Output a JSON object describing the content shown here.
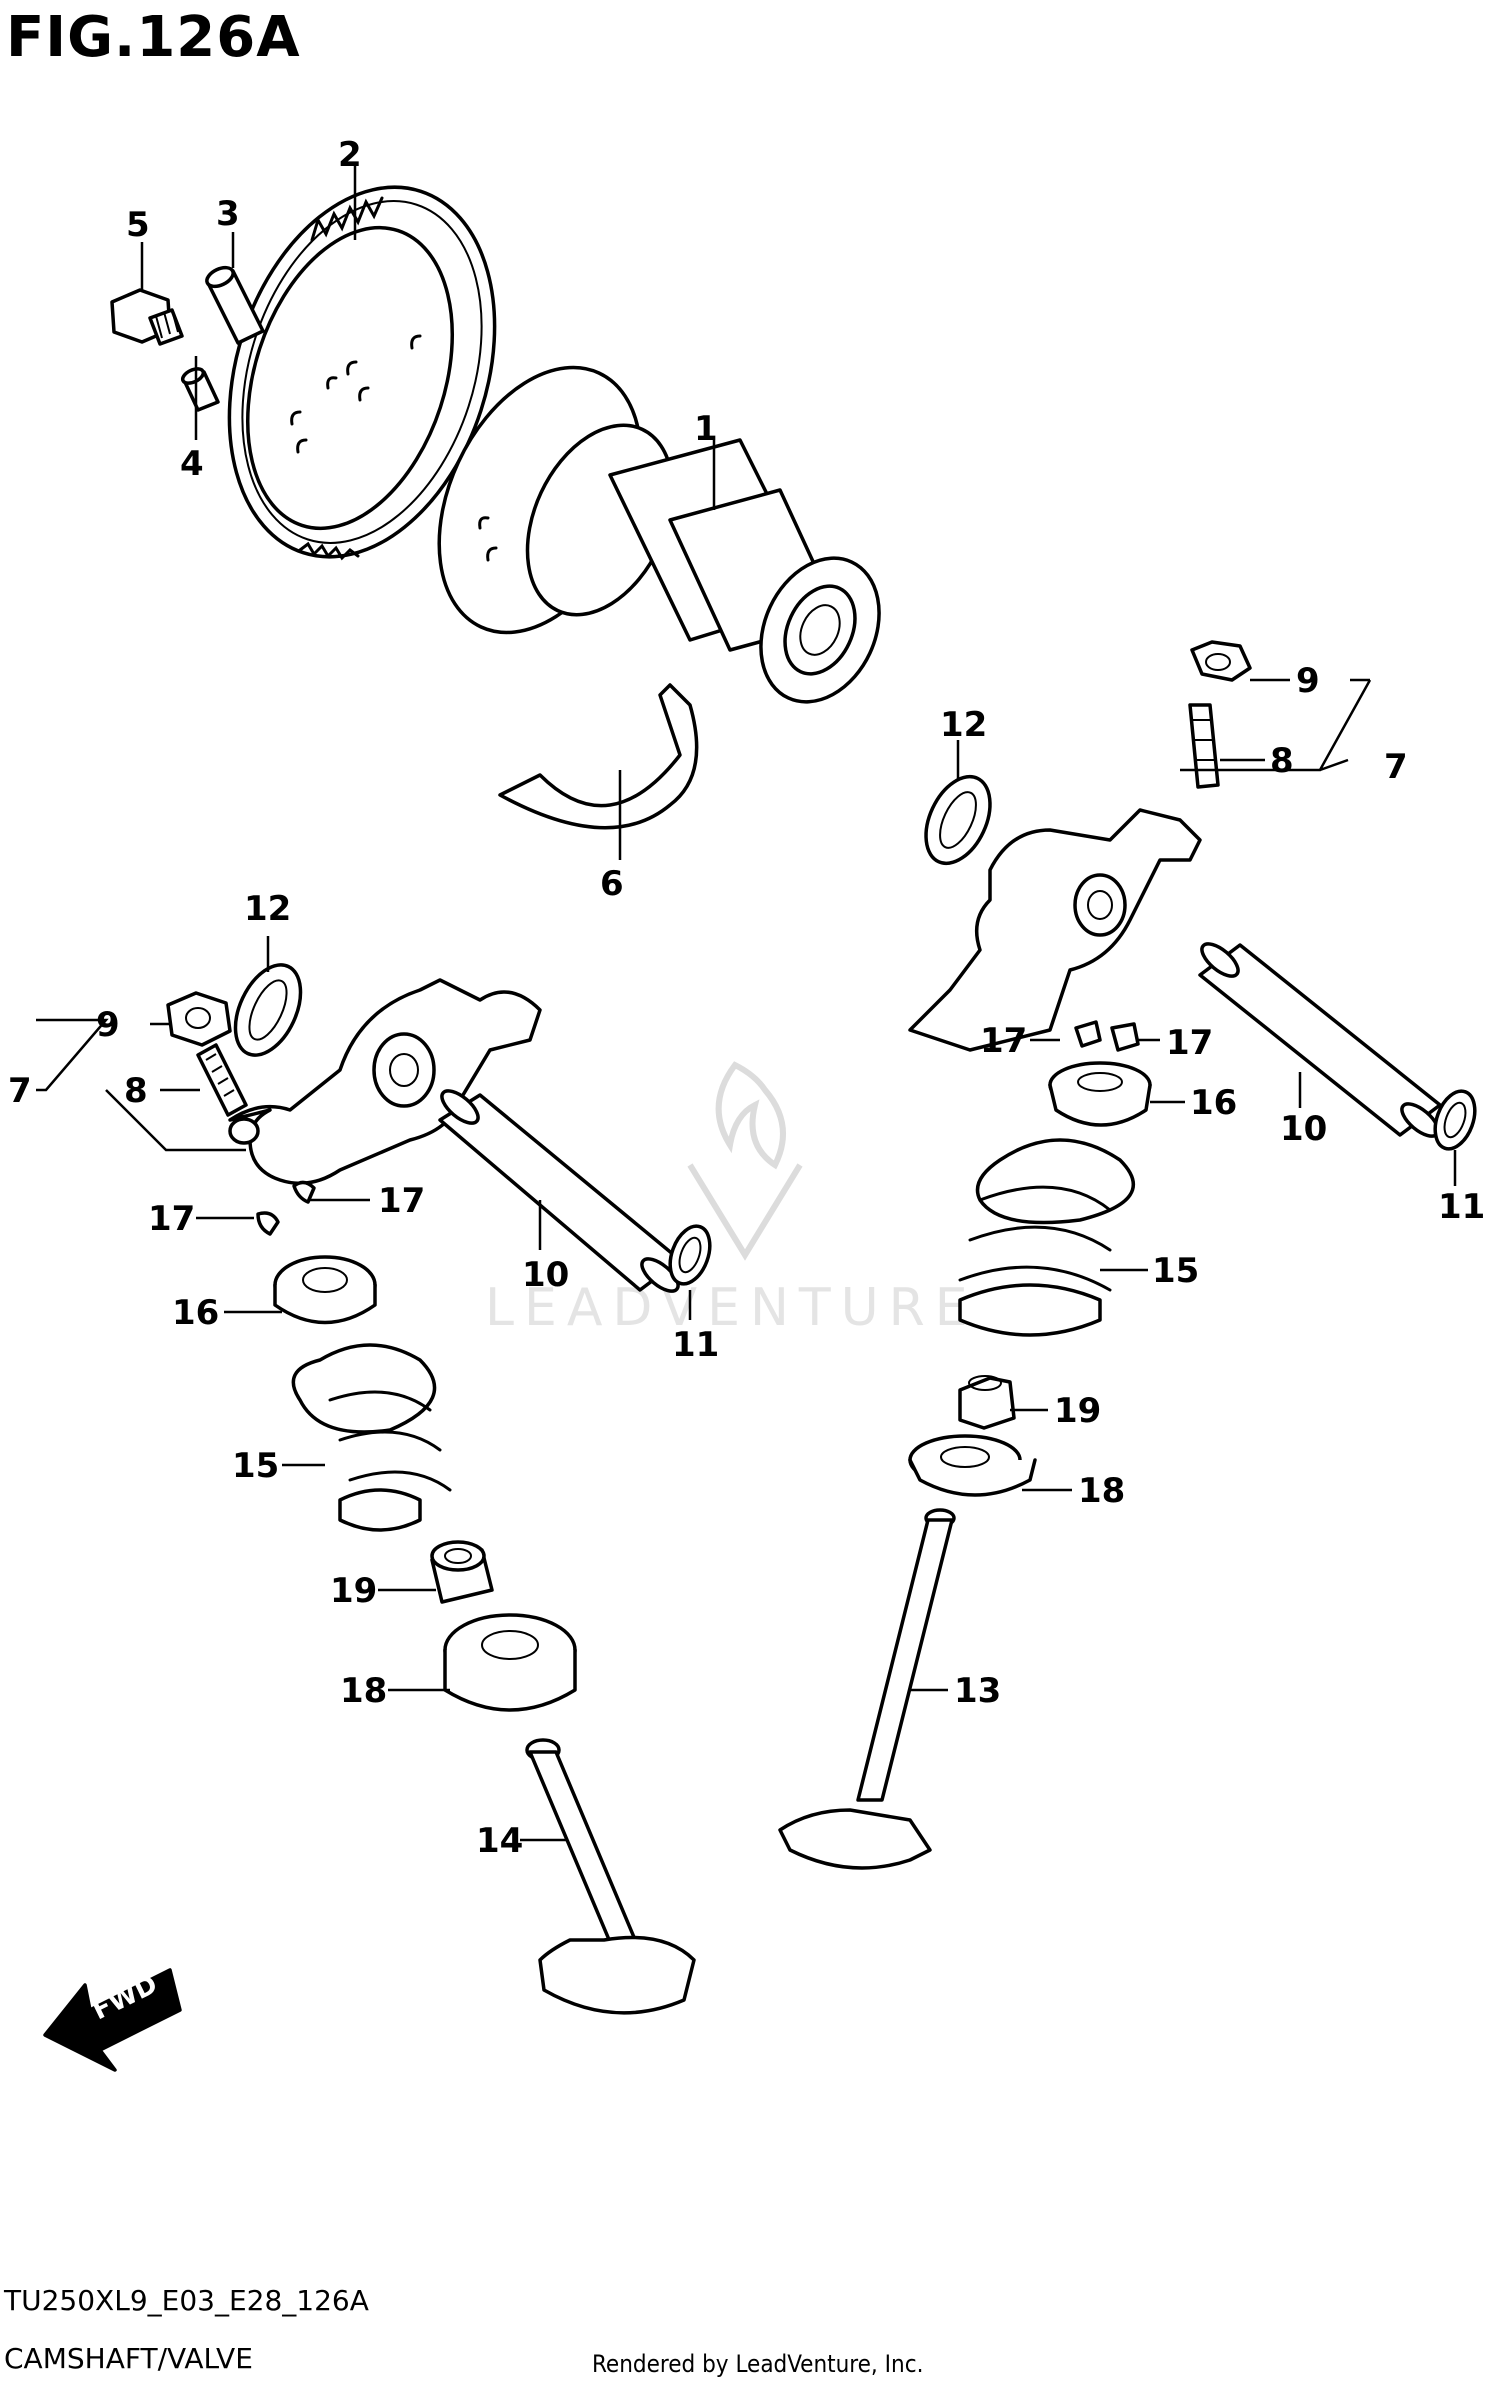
{
  "figure_title": "FIG.126A",
  "diagram_code": "TU250XL9_E03_E28_126A",
  "diagram_name": "CAMSHAFT/VALVE",
  "rendered_by": "Rendered by LeadVenture, Inc.",
  "watermark": "LEADVENTURE",
  "fwd_label": "FWD",
  "callouts": {
    "c1": "1",
    "c2": "2",
    "c3": "3",
    "c4": "4",
    "c5": "5",
    "c6": "6",
    "c7_left": "7",
    "c7_right": "7",
    "c8_left": "8",
    "c8_right": "8",
    "c9_left": "9",
    "c9_right": "9",
    "c10_left": "10",
    "c10_right": "10",
    "c11_left": "11",
    "c11_right": "11",
    "c12_left": "12",
    "c12_right": "12",
    "c13": "13",
    "c14": "14",
    "c15_left": "15",
    "c15_right": "15",
    "c16_left": "16",
    "c16_right": "16",
    "c17_left_a": "17",
    "c17_left_b": "17",
    "c17_right_a": "17",
    "c17_right_b": "17",
    "c18_left": "18",
    "c18_right": "18",
    "c19_left": "19",
    "c19_right": "19"
  }
}
